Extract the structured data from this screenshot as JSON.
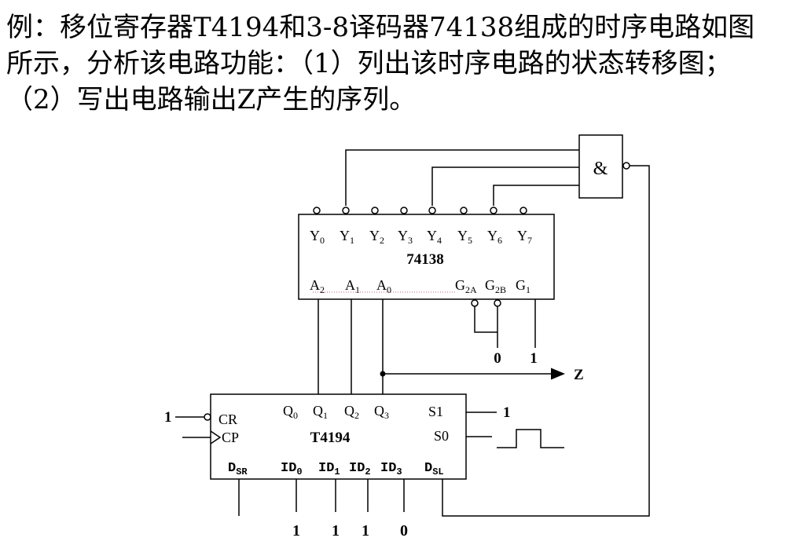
{
  "problem": {
    "line1": "例：移位寄存器T4194和3-8译码器74138组成的时序电路如图",
    "line2": "所示，分析该电路功能：（1）列出该时序电路的状态转移图；",
    "line3": "（2）写出电路输出Z产生的序列。"
  },
  "and_gate": {
    "symbol": "&"
  },
  "decoder": {
    "name": "74138",
    "outputs": [
      {
        "base": "Y",
        "sub": "0"
      },
      {
        "base": "Y",
        "sub": "1"
      },
      {
        "base": "Y",
        "sub": "2"
      },
      {
        "base": "Y",
        "sub": "3"
      },
      {
        "base": "Y",
        "sub": "4"
      },
      {
        "base": "Y",
        "sub": "5"
      },
      {
        "base": "Y",
        "sub": "6"
      },
      {
        "base": "Y",
        "sub": "7"
      }
    ],
    "inputs": [
      {
        "base": "A",
        "sub": "2"
      },
      {
        "base": "A",
        "sub": "1"
      },
      {
        "base": "A",
        "sub": "0"
      },
      {
        "base": "G",
        "sub": "2A"
      },
      {
        "base": "G",
        "sub": "2B"
      },
      {
        "base": "G",
        "sub": "1"
      }
    ],
    "enable_low_value": "0",
    "enable_high_value": "1"
  },
  "output": {
    "label": "Z"
  },
  "shift_register": {
    "name": "T4194",
    "cr_label": "CR",
    "cp_label": "CP",
    "cr_value": "1",
    "outputs": [
      {
        "base": "Q",
        "sub": "0"
      },
      {
        "base": "Q",
        "sub": "1"
      },
      {
        "base": "Q",
        "sub": "2"
      },
      {
        "base": "Q",
        "sub": "3"
      }
    ],
    "s1_label": "S1",
    "s0_label": "S0",
    "s1_value": "1",
    "bottom_pins": [
      {
        "base": "D",
        "sub": "SR"
      },
      {
        "base": "ID",
        "sub": "0"
      },
      {
        "base": "ID",
        "sub": "1"
      },
      {
        "base": "ID",
        "sub": "2"
      },
      {
        "base": "ID",
        "sub": "3"
      },
      {
        "base": "D",
        "sub": "SL"
      }
    ],
    "id_values": [
      "1",
      "1",
      "1",
      "0"
    ]
  }
}
